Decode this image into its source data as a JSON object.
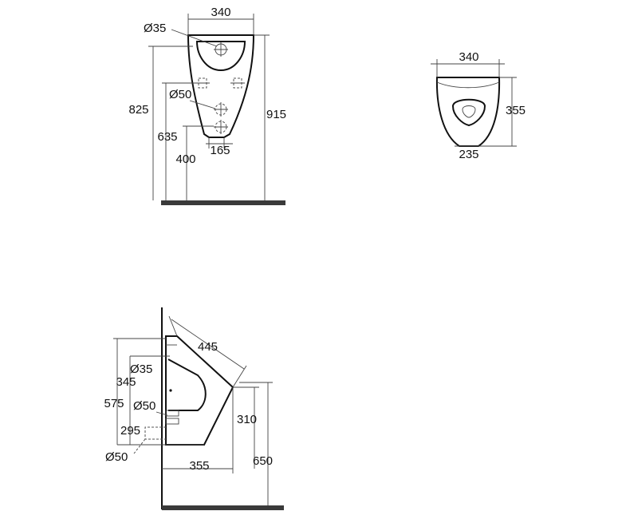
{
  "front_view": {
    "width": "340",
    "spud_diameter": "Ø35",
    "height_825": "825",
    "outlet_diameter": "Ø50",
    "height_635": "635",
    "height_400": "400",
    "width_165": "165",
    "height_915": "915"
  },
  "top_view": {
    "width": "340",
    "depth": "355",
    "base_width": "235"
  },
  "side_view": {
    "depth_445": "445",
    "spud_diameter": "Ø35",
    "height_345": "345",
    "height_575": "575",
    "outlet_diameter": "Ø50",
    "height_310": "310",
    "height_295": "295",
    "waste_diameter": "Ø50",
    "projection_355": "355",
    "height_650": "650"
  }
}
